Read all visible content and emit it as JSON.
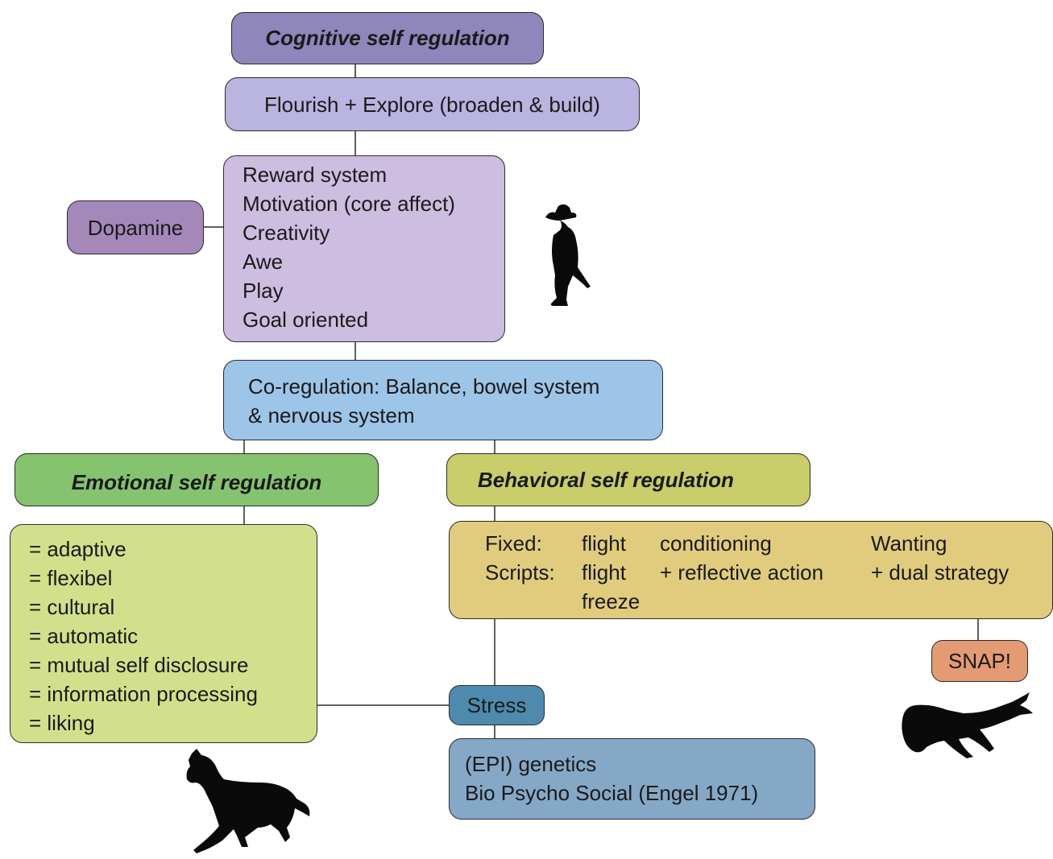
{
  "colors": {
    "cognitive": "#8f86bb",
    "flourish": "#b9b4e0",
    "reward": "#cdbde0",
    "dopamine": "#a488ba",
    "coregulation": "#9dc5e8",
    "emotional_title": "#86c36f",
    "emotional_box": "#d3e08b",
    "behavioral_title": "#c9cd6a",
    "behavioral_box": "#e1cc7e",
    "snap": "#e49a72",
    "stress": "#4e8aad",
    "genetics": "#86a8c7"
  },
  "cognitive": {
    "title": "Cognitive self regulation"
  },
  "flourish": {
    "text": "Flourish + Explore (broaden & build)"
  },
  "dopamine": {
    "label": "Dopamine"
  },
  "reward": {
    "items": [
      "Reward system",
      "Motivation (core affect)",
      "Creativity",
      "Awe",
      "Play",
      "Goal oriented"
    ]
  },
  "coregulation": {
    "lines": [
      "Co-regulation: Balance, bowel system",
      "& nervous system"
    ]
  },
  "emotional": {
    "title": "Emotional self regulation",
    "items": [
      "= adaptive",
      "= flexibel",
      "= cultural",
      "= automatic",
      "= mutual self disclosure",
      "= information processing",
      "= liking"
    ]
  },
  "behavioral": {
    "title": "Behavioral self regulation",
    "rows": [
      [
        "Fixed:",
        "flight",
        "conditioning",
        "Wanting"
      ],
      [
        "Scripts:",
        "flight",
        "+ reflective action",
        "+ dual strategy"
      ],
      [
        "",
        "freeze",
        "",
        ""
      ]
    ]
  },
  "snap": {
    "label": "SNAP!"
  },
  "stress": {
    "label": "Stress"
  },
  "genetics": {
    "lines": [
      "(EPI) genetics",
      "Bio Psycho Social (Engel 1971)"
    ]
  },
  "icons": [
    "cowboy-silhouette-icon",
    "horse-silhouette-icon",
    "crocodile-silhouette-icon"
  ]
}
